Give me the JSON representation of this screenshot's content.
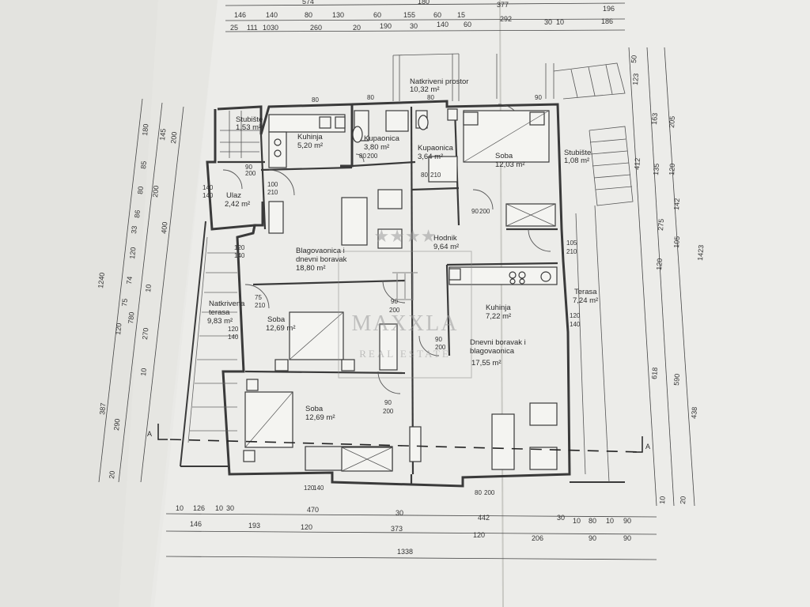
{
  "rooms": {
    "stubiste1": {
      "name": "Stubište",
      "area": "1,53 m²"
    },
    "kuhinja1": {
      "name": "Kuhinja",
      "area": "5,20 m²"
    },
    "kupaonica1": {
      "name": "Kupaonica",
      "area": "3,80 m²"
    },
    "kupaonica2": {
      "name": "Kupaonica",
      "area": "3,64 m²"
    },
    "soba1": {
      "name": "Soba",
      "area": "12,03 m²"
    },
    "stubiste2": {
      "name": "Stubište",
      "area": "1,08 m²"
    },
    "natkriveni": {
      "name": "Natkriveni prostor",
      "area": "10,32 m²"
    },
    "ulaz": {
      "name": "Ulaz",
      "area": "2,42 m²"
    },
    "blagovaonica": {
      "name1": "Blagovaonica i",
      "name2": "dnevni boravak",
      "area": "18,80 m²"
    },
    "hodnik": {
      "name": "Hodnik",
      "area": "9,64 m²"
    },
    "terasa_n": {
      "name1": "Natkrivena",
      "name2": "terasa",
      "area": "9,83 m²"
    },
    "soba2": {
      "name": "Soba",
      "area": "12,69 m²"
    },
    "kuhinja2": {
      "name": "Kuhinja",
      "area": "7,22 m²"
    },
    "terasa": {
      "name": "Terasa",
      "area": "7,24 m²"
    },
    "dnevni": {
      "name1": "Dnevni boravak i",
      "name2": "blagovaonica",
      "area": "17,55 m²"
    },
    "soba3": {
      "name": "Soba",
      "area": "12,69 m²"
    }
  },
  "watermark": {
    "brand": "MAXXLA",
    "sub": "REAL ESTATE",
    "stars": "★★★★"
  },
  "section_mark": "A",
  "dims": {
    "top1": [
      "574",
      "180",
      "377"
    ],
    "top2": [
      "146",
      "140",
      "80",
      "130",
      "60",
      "155",
      "60",
      "15",
      "292",
      "30",
      "10",
      "196"
    ],
    "top3": [
      "25",
      "111",
      "10",
      "30",
      "260",
      "20",
      "190",
      "30",
      "140",
      "60",
      "186"
    ],
    "bottom1": [
      "10",
      "126",
      "10",
      "30",
      "470",
      "30",
      "442",
      "30",
      "10",
      "80",
      "10",
      "90"
    ],
    "bottom2": [
      "146",
      "193",
      "120",
      "373",
      "120",
      "206",
      "90",
      "90"
    ],
    "bottom_total": "1338",
    "left_outer": [
      "1240",
      "387"
    ],
    "left_mid": [
      "780",
      "290"
    ],
    "left_inner": [
      "180",
      "145",
      "200",
      "85",
      "80",
      "200",
      "86",
      "400",
      "33",
      "120",
      "74",
      "75",
      "120",
      "270",
      "10",
      "10",
      "20"
    ],
    "right_outer": [
      "1423"
    ],
    "right_mid": [
      "412",
      "618"
    ],
    "right_inner": [
      "50",
      "123",
      "163",
      "205",
      "135",
      "120",
      "142",
      "275",
      "105",
      "120",
      "590",
      "438",
      "10",
      "20"
    ],
    "openings": [
      "80",
      "80",
      "80",
      "90",
      "100",
      "210",
      "140",
      "140",
      "105",
      "210",
      "120",
      "140",
      "90",
      "200",
      "90",
      "200",
      "75",
      "210",
      "120",
      "140",
      "90",
      "200",
      "120",
      "140",
      "120",
      "140",
      "80",
      "200",
      "80",
      "200",
      "80",
      "210",
      "90",
      "200",
      "90",
      "200"
    ]
  }
}
